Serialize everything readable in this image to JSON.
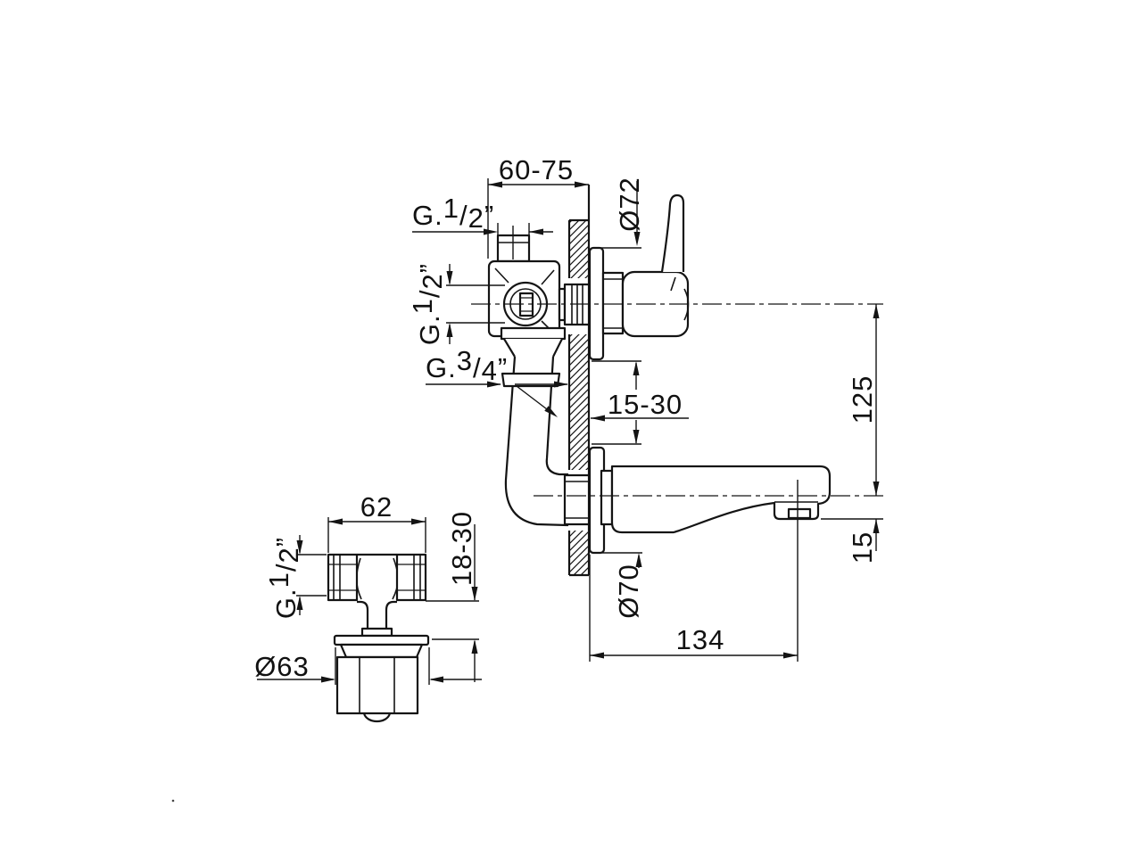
{
  "page": {
    "background": "#ffffff",
    "line_color": "#141414"
  },
  "drawing": {
    "dims": {
      "width_range": "60-75",
      "top_plate_diameter": "Ø72",
      "wall_offset_range": "15-30",
      "axis_to_spout_height": "125",
      "spout_drop": "15",
      "spout_length": "134",
      "bottom_plate_diameter": "Ø70",
      "tee_width": "62",
      "depth_range": "18-30",
      "flange_diameter": "Ø63"
    },
    "threads": {
      "g12": {
        "prefix": "G.",
        "num": "1",
        "slash": "/",
        "den": "2",
        "quote": "”"
      },
      "g34": {
        "prefix": "G.",
        "num": "3",
        "slash": "/",
        "den": "4",
        "quote": "”"
      }
    }
  }
}
